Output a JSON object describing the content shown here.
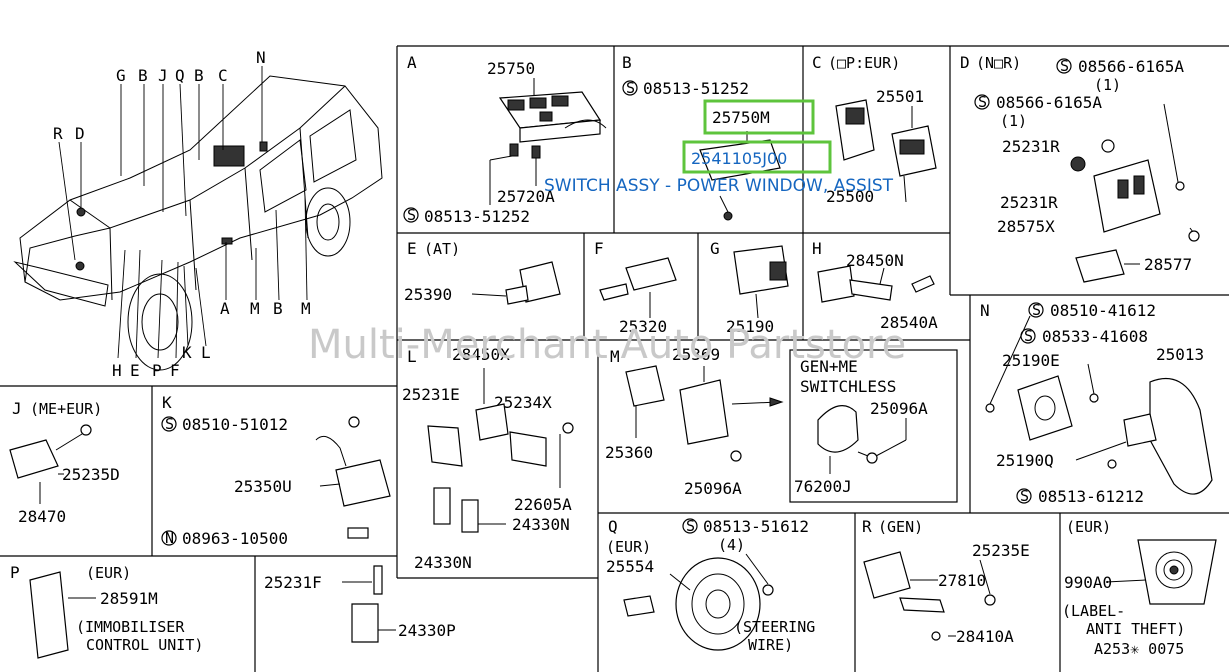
{
  "watermark": "Multi-Merchant Auto Partstore",
  "highlight": {
    "part_number": "25750M",
    "oem_number": "2541105J00",
    "description": "SWITCH ASSY - POWER WINDOW, ASSIST",
    "color": "#5ec43c",
    "text_color": "#1566c0"
  },
  "vehicle": {
    "callouts_top": [
      "G",
      "B",
      "J",
      "Q",
      "B",
      "C",
      "N"
    ],
    "callouts_left": [
      "R",
      "D"
    ],
    "callouts_bottom": [
      "H",
      "E",
      "P",
      "F",
      "K",
      "L",
      "A",
      "M",
      "B",
      "M"
    ]
  },
  "sections": {
    "A": {
      "letter": "A",
      "parts": [
        "25750",
        "25720A",
        "08513-51252"
      ]
    },
    "B": {
      "letter": "B",
      "parts": [
        "08513-51252"
      ]
    },
    "C": {
      "letter": "C",
      "qualifier": "(□P:EUR)",
      "parts": [
        "25501",
        "25500"
      ]
    },
    "D": {
      "letter": "D",
      "qualifier": "(N□R)",
      "parts": [
        "08566-6165A",
        "(1)",
        "08566-6165A",
        "(1)",
        "25231R",
        "25231R",
        "28575X",
        "28577"
      ]
    },
    "E": {
      "letter": "E",
      "qualifier": "(AT)",
      "parts": [
        "25390"
      ]
    },
    "F": {
      "letter": "F",
      "parts": [
        "25320"
      ]
    },
    "G": {
      "letter": "G",
      "parts": [
        "25190"
      ]
    },
    "H": {
      "letter": "H",
      "parts": [
        "28450N",
        "28540A"
      ]
    },
    "J": {
      "letter": "J",
      "qualifier": "(ME+EUR)",
      "parts": [
        "25235D",
        "28470"
      ]
    },
    "K": {
      "letter": "K",
      "parts": [
        "08510-51012",
        "25350U",
        "08963-10500"
      ]
    },
    "L": {
      "letter": "L",
      "parts": [
        "28450X",
        "25231E",
        "25234X",
        "22605A",
        "24330N",
        "24330N"
      ]
    },
    "M": {
      "letter": "M",
      "parts": [
        "25369",
        "25360",
        "25096A"
      ]
    },
    "GENME": {
      "title_1": "GEN+ME",
      "title_2": "SWITCHLESS",
      "parts": [
        "25096A",
        "76200J"
      ]
    },
    "N": {
      "letter": "N",
      "parts": [
        "08510-41612",
        "08533-41608",
        "25190E",
        "25013",
        "25190Q",
        "08513-61212"
      ]
    },
    "P": {
      "letter": "P",
      "qualifier": "(EUR)",
      "parts": [
        "28591M"
      ],
      "note_1": "(IMMOBILISER",
      "note_2": "CONTROL UNIT)"
    },
    "P2": {
      "parts": [
        "25231F",
        "24330P"
      ]
    },
    "Q": {
      "letter": "Q",
      "qualifier": "(EUR)",
      "parts": [
        "08513-51612",
        "(4)",
        "25554"
      ],
      "note_1": "(STEERING",
      "note_2": "WIRE)"
    },
    "R": {
      "letter": "R",
      "qualifier": "(GEN)",
      "parts": [
        "25235E",
        "27810",
        "28410A"
      ]
    },
    "EUR": {
      "qualifier": "(EUR)",
      "parts": [
        "990A0"
      ],
      "note_1": "(LABEL-",
      "note_2": "ANTI THEFT)",
      "code": "A253✳ 0075"
    }
  }
}
